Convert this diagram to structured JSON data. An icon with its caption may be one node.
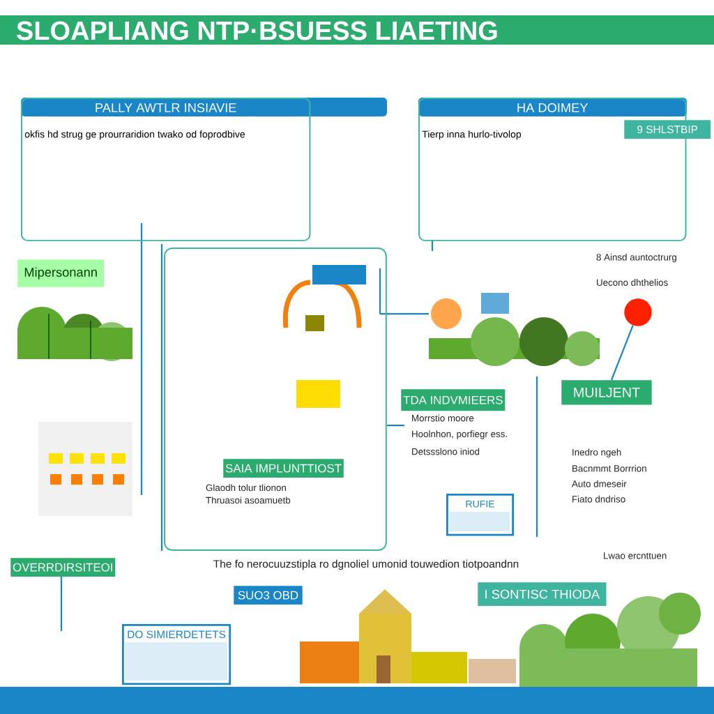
{
  "diagram": {
    "title": "SLOAPLIANG NTP·BSUESS LIAETING",
    "caption": "The fo nerocuuzstipla ro dgnoliel umonid touwedion tiotpoandnn",
    "nodes": [
      {
        "text": [
          "PALLY AWTLR INSIAVIE",
          "okfis hd strug ge prourraridion twako od foprodbive"
        ]
      },
      {
        "text": [
          "HA DOIMEY",
          "Tierp inna hurlo-tivolop"
        ]
      },
      {
        "text": [
          "9 SHLSTBIP"
        ]
      },
      {
        "text": [
          "Mipersonann"
        ]
      },
      {
        "text": [],
        "shape": "box"
      },
      {
        "text": [
          "TDA INDVMIEERS"
        ],
        "beside": [
          "Morrstio moore",
          "Hoolnhon, porfiegr ess.",
          "Detssslono iniod"
        ]
      },
      {
        "text": [
          "MUILJENT"
        ],
        "beside": [
          "Inedro ngeh",
          "Bacnmmt Borrrion",
          "Auto dmeseir",
          "Fiato dndriso"
        ]
      },
      {
        "text": [
          "SAIA IMPLUNTTIOST"
        ],
        "in": 4,
        "beside": [
          "Glaodh tolur tlionon",
          "Thruasoi asoamuetb"
        ]
      },
      {
        "text": [
          "OVERRDIRSITEOI"
        ]
      },
      {
        "text": [
          "SUO3 OBD"
        ]
      },
      {
        "text": [
          "DO SIMIERDETETS"
        ]
      },
      {
        "text": [
          "I SONTISC THIODA"
        ]
      },
      {
        "text": [],
        "shape": "circle"
      },
      {
        "text": [
          "RUFIE"
        ]
      }
    ],
    "edges": [
      {
        "from": 12,
        "to": 6,
        "arrow": "none"
      }
    ],
    "labels": [
      "8 Ainsd auntoctrurg",
      "Uecono dhthelios",
      "Lwao ercnttuen"
    ]
  }
}
